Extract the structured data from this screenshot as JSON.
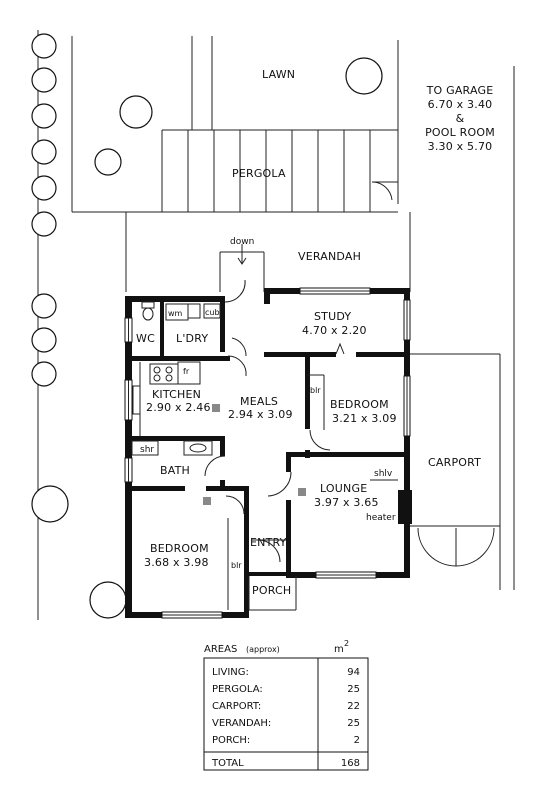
{
  "rooms": {
    "lawn": "LAWN",
    "pergola": "PERGOLA",
    "verandah": "VERANDAH",
    "down": "down",
    "study": "STUDY",
    "study_dim": "4.70 x 2.20",
    "wm": "wm",
    "cub": "cub",
    "wc": "WC",
    "ldry": "L'DRY",
    "fr": "fr",
    "kitchen": "KITCHEN",
    "kitchen_dim": "2.90 x 2.46",
    "meals": "MEALS",
    "meals_dim": "2.94 x 3.09",
    "blr": "blr",
    "bedroom": "BEDROOM",
    "bedroom1_dim": "3.21 x 3.09",
    "shr": "shr",
    "bath": "BATH",
    "shlv": "shlv",
    "lounge": "LOUNGE",
    "lounge_dim": "3.97 x 3.65",
    "heater": "heater",
    "carport": "CARPORT",
    "bedroom2_dim": "3.68 x 3.98",
    "entry": "ENTRY",
    "porch": "PORCH"
  },
  "garage_note": {
    "line1": "TO GARAGE",
    "line2": "6.70 x 3.40",
    "line3": "&",
    "line4": "POOL ROOM",
    "line5": "3.30 x 5.70"
  },
  "areas": {
    "title": "AREAS",
    "title_note": "(approx)",
    "unit": "m",
    "unit_sup": "2",
    "rows": [
      {
        "label": "LIVING:",
        "value": "94"
      },
      {
        "label": "PERGOLA:",
        "value": "25"
      },
      {
        "label": "CARPORT:",
        "value": "22"
      },
      {
        "label": "VERANDAH:",
        "value": "25"
      },
      {
        "label": "PORCH:",
        "value": "2"
      }
    ],
    "total_label": "TOTAL",
    "total_value": "168"
  }
}
